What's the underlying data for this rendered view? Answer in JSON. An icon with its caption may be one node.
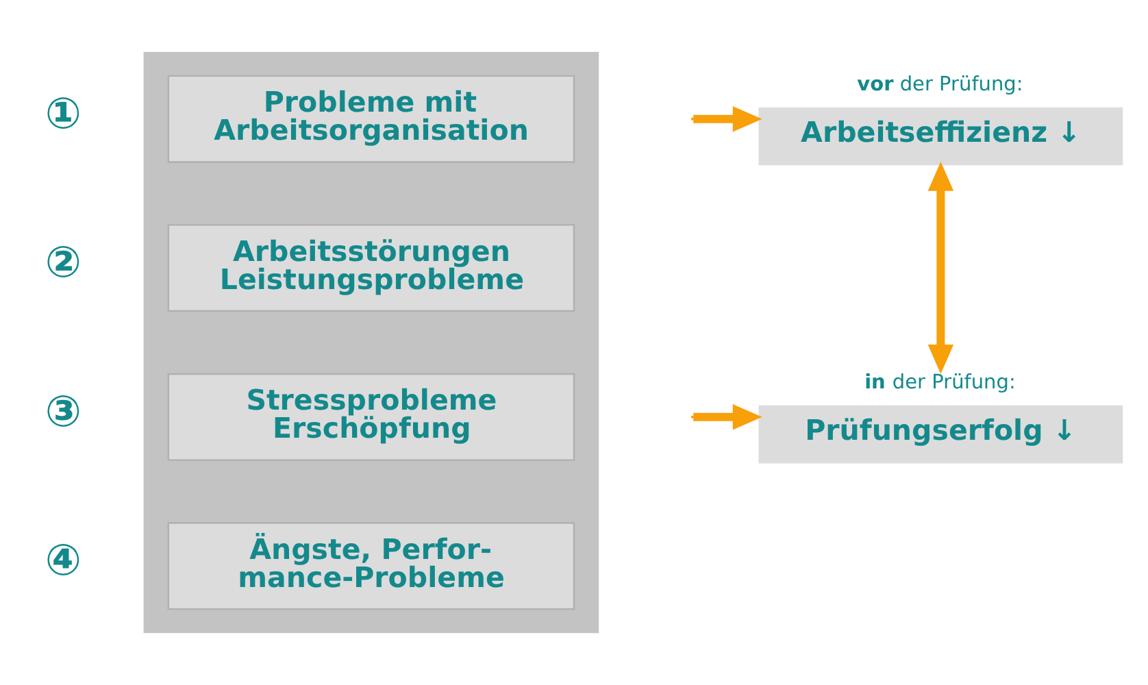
{
  "diagram": {
    "nodes": [
      {
        "text": [],
        "shape": "box"
      },
      {
        "text": [
          "Probleme mit Arbeitsorganisation"
        ],
        "in": 0,
        "beside": [
          "①"
        ]
      },
      {
        "text": [
          "Arbeitsstörungen Leistungsprobleme"
        ],
        "in": 0,
        "beside": [
          "②"
        ]
      },
      {
        "text": [
          "Stressprobleme Erschöpfung"
        ],
        "in": 0,
        "beside": [
          "③"
        ]
      },
      {
        "text": [
          "Ängste, Perfor- mance-Probleme"
        ],
        "in": 0,
        "beside": [
          "④"
        ]
      },
      {
        "text": [
          "**vor** der Prüfung:",
          "Arbeitseffizienz ↓"
        ]
      },
      {
        "text": [
          "**in** der Prüfung:",
          "Prüfungserfolg ↓"
        ]
      }
    ],
    "edges": [
      {
        "from": null,
        "to": 5,
        "arrow": "to"
      },
      {
        "from": 5,
        "to": 6,
        "arrow": "both"
      },
      {
        "from": null,
        "to": 6,
        "arrow": "to"
      }
    ]
  }
}
